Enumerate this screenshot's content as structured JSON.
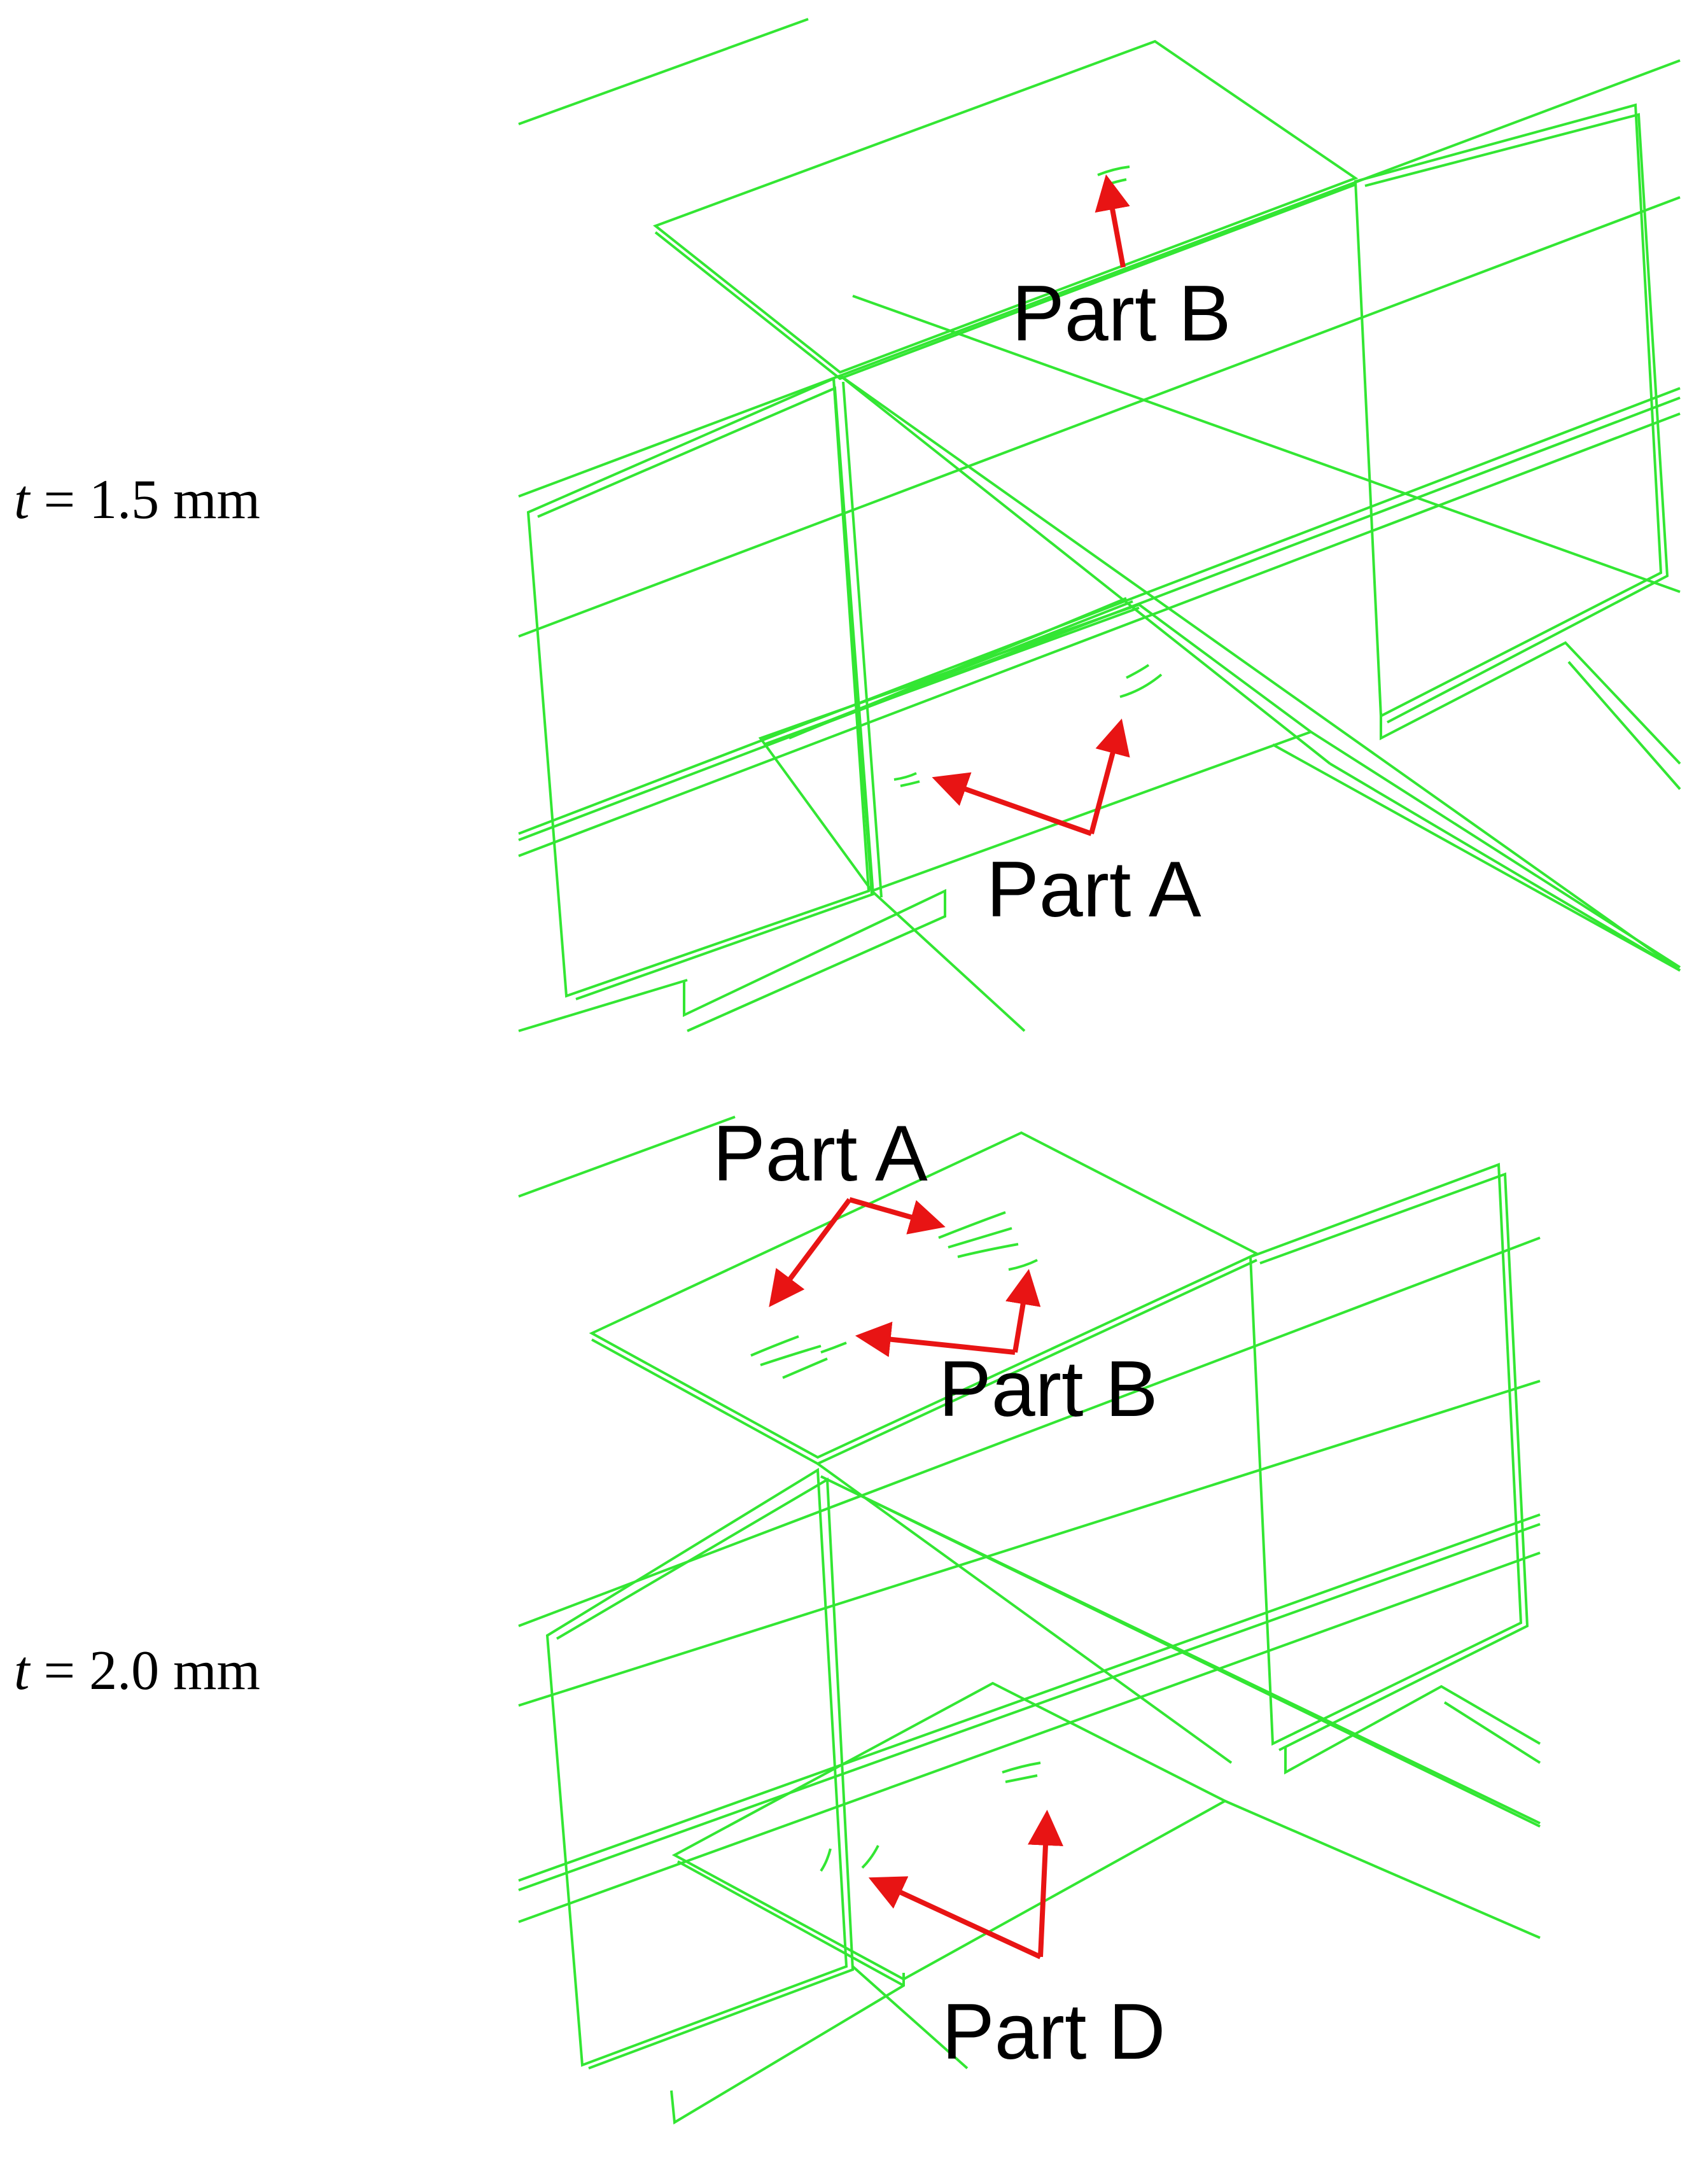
{
  "panels": [
    {
      "id": "top",
      "label_var": "t",
      "label_rest": " = 1.5 mm",
      "callouts": [
        "Part B",
        "Part A"
      ]
    },
    {
      "id": "bottom",
      "label_var": "t",
      "label_rest": " = 2.0 mm",
      "callouts": [
        "Part A",
        "Part B",
        "Part D"
      ]
    }
  ],
  "colors": {
    "wireframe": "#33e633",
    "arrow": "#e81414",
    "text": "#000000",
    "background": "#ffffff"
  }
}
